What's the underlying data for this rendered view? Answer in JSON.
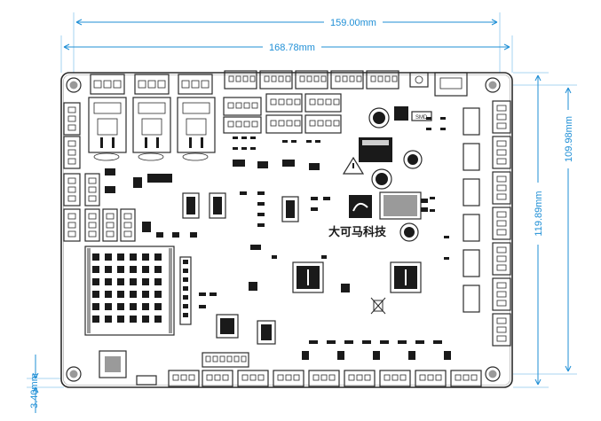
{
  "dimensions": {
    "top_outer": "159.00mm",
    "top_inner": "168.78mm",
    "right_outer": "109.98mm",
    "right_inner": "119.89mm",
    "bottom_left_offset": "3.40mm"
  },
  "board": {
    "brand_text": "大可马科技",
    "smd_label": "SMD",
    "icons": [
      "warning-esd-icon",
      "weee-bin-icon",
      "brand-logo-icon"
    ]
  },
  "colors": {
    "dimension": "#1f8fd6",
    "silkscreen": "#2b2b2b",
    "board": "#ffffff"
  }
}
